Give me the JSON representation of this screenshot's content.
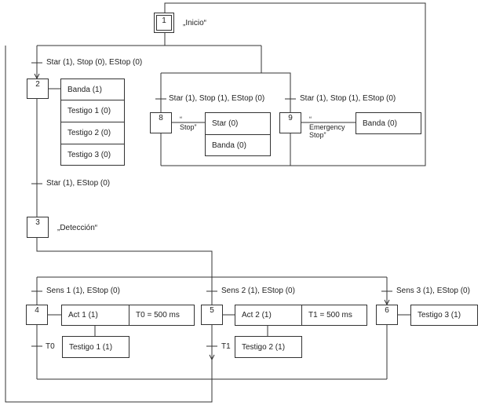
{
  "steps": {
    "s1": "1",
    "s2": "2",
    "s3": "3",
    "s4": "4",
    "s5": "5",
    "s6": "6",
    "s8": "8",
    "s9": "9"
  },
  "step_labels": {
    "s1": "„Inicio“",
    "s3": "„Detección“",
    "s8": "“\nStop”",
    "s9": "“\nEmergency\nStop”"
  },
  "transitions": {
    "t_1_2": "Star (1), Stop (0), EStop (0)",
    "t_to_8": "Star (1), Stop (1), EStop (0)",
    "t_to_9": "Star (1), Stop (1), EStop (0)",
    "t_2_3": "Star (1), EStop (0)",
    "t_sens1": "Sens 1 (1), EStop (0)",
    "t_sens2": "Sens 2 (1), EStop (0)",
    "t_sens3": "Sens 3 (1), EStop (0)",
    "t_t0": "T0",
    "t_t1": "T1"
  },
  "actions": {
    "step2": [
      "Banda (1)",
      "Testigo 1 (0)",
      "Testigo 2 (0)",
      "Testigo 3 (0)"
    ],
    "step8": [
      "Star (0)",
      "Banda (0)"
    ],
    "step9": "Banda (0)",
    "step4_act": "Act 1 (1)",
    "step4_timer": "T0 = 500 ms",
    "step4_lamp": "Testigo 1 (1)",
    "step5_act": "Act 2 (1)",
    "step5_timer": "T1 = 500 ms",
    "step5_lamp": "Testigo 2 (1)",
    "step6": "Testigo 3 (1)"
  }
}
